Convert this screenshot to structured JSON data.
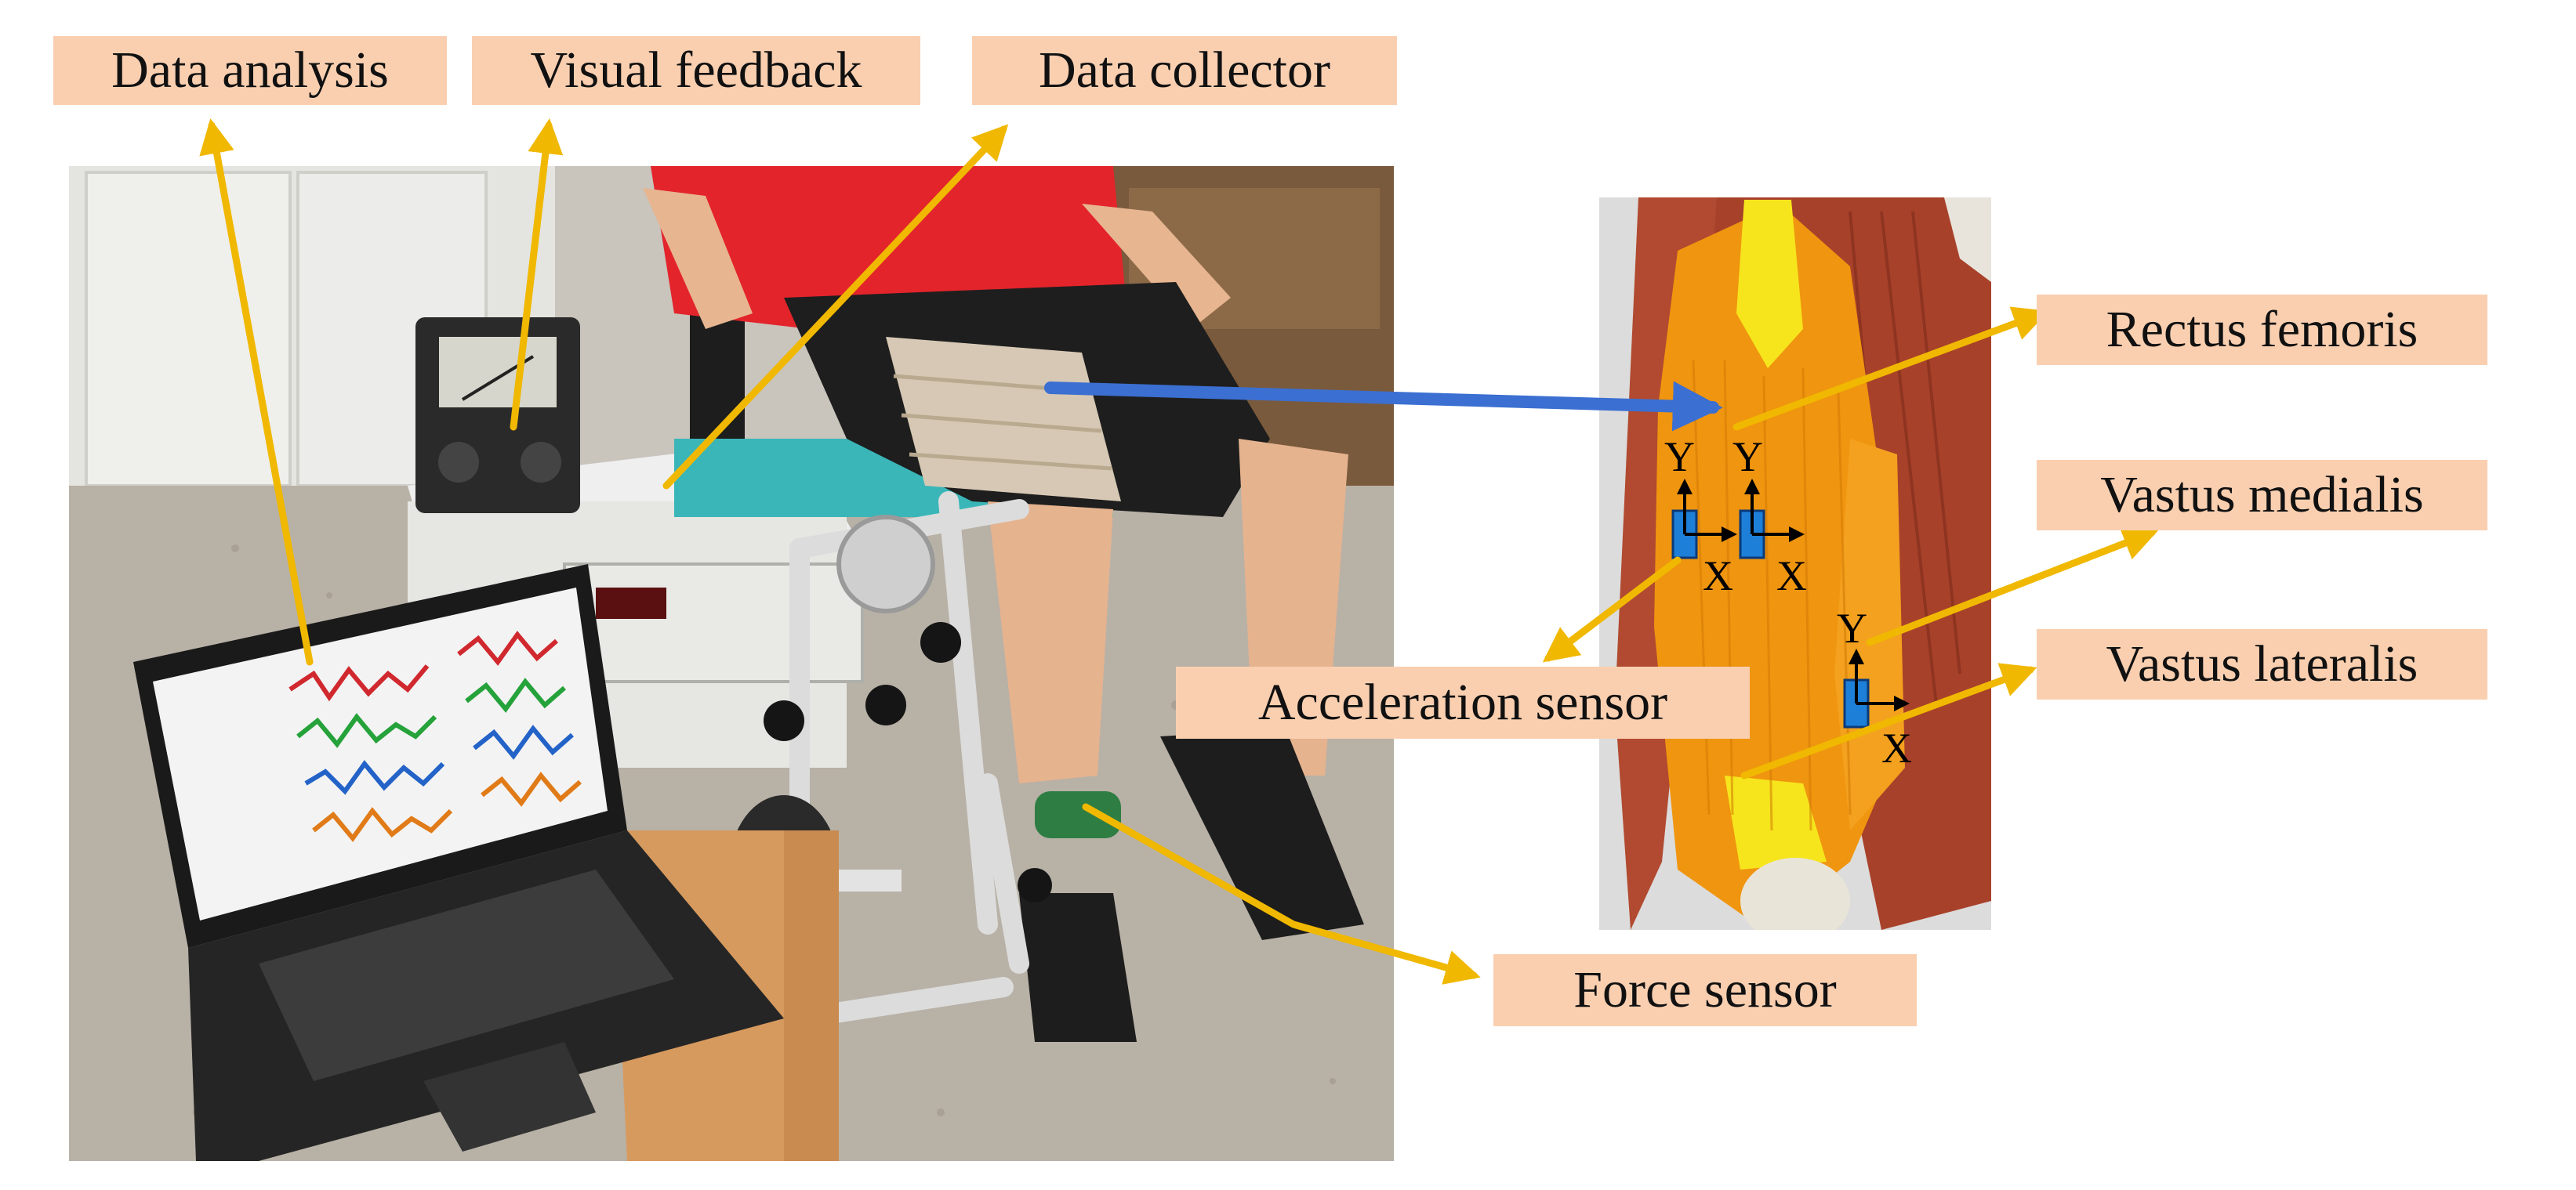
{
  "labels": {
    "data_analysis": "Data analysis",
    "visual_feedback": "Visual feedback",
    "data_collector": "Data collector",
    "rectus_femoris": "Rectus femoris",
    "vastus_medialis": "Vastus medialis",
    "vastus_lateralis": "Vastus lateralis",
    "acceleration_sensor": "Acceleration sensor",
    "force_sensor": "Force sensor"
  },
  "axes": {
    "y": "Y",
    "x": "X"
  },
  "colors": {
    "label_bg": "#f9cfb0",
    "arrow_yellow": "#f0b800",
    "arrow_blue": "#3b6fd1",
    "sensor_blue": "#1e7fd8",
    "muscle_orange": "#f0950f",
    "muscle_red": "#a8412a",
    "shirt_red": "#e3242b"
  }
}
